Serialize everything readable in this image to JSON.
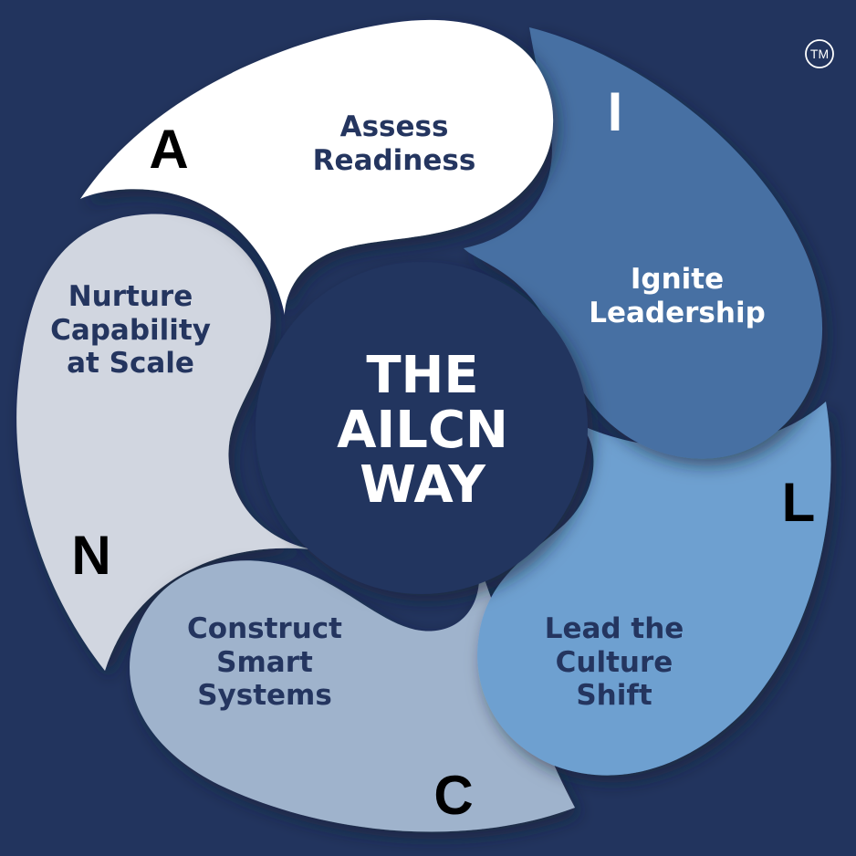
{
  "trademark": "TM",
  "center": {
    "lines": [
      "THE",
      "AILCN",
      "WAY"
    ],
    "color": "#ffffff"
  },
  "segments": [
    {
      "id": "assess",
      "letter": "A",
      "lines": [
        "Assess",
        "Readiness"
      ],
      "fill": "#ffffff",
      "text_color": "#24355f",
      "letter_color": "#000000"
    },
    {
      "id": "ignite",
      "letter": "I",
      "lines": [
        "Ignite",
        "Leadership"
      ],
      "fill": "#4670a3",
      "text_color": "#ffffff",
      "letter_color": "#ffffff"
    },
    {
      "id": "lead",
      "letter": "L",
      "lines": [
        "Lead the",
        "Culture",
        "Shift"
      ],
      "fill": "#6ea0d0",
      "text_color": "#24355f",
      "letter_color": "#000000"
    },
    {
      "id": "construct",
      "letter": "C",
      "lines": [
        "Construct",
        "Smart",
        "Systems"
      ],
      "fill": "#9fb3cc",
      "text_color": "#24355f",
      "letter_color": "#000000"
    },
    {
      "id": "nurture",
      "letter": "N",
      "lines": [
        "Nurture",
        "Capability",
        "at Scale"
      ],
      "fill": "#d1d6e0",
      "text_color": "#24355f",
      "letter_color": "#000000"
    }
  ],
  "colors": {
    "background": "#22345e",
    "center_disc": "#22345e",
    "shadow": "#0e1a33"
  }
}
